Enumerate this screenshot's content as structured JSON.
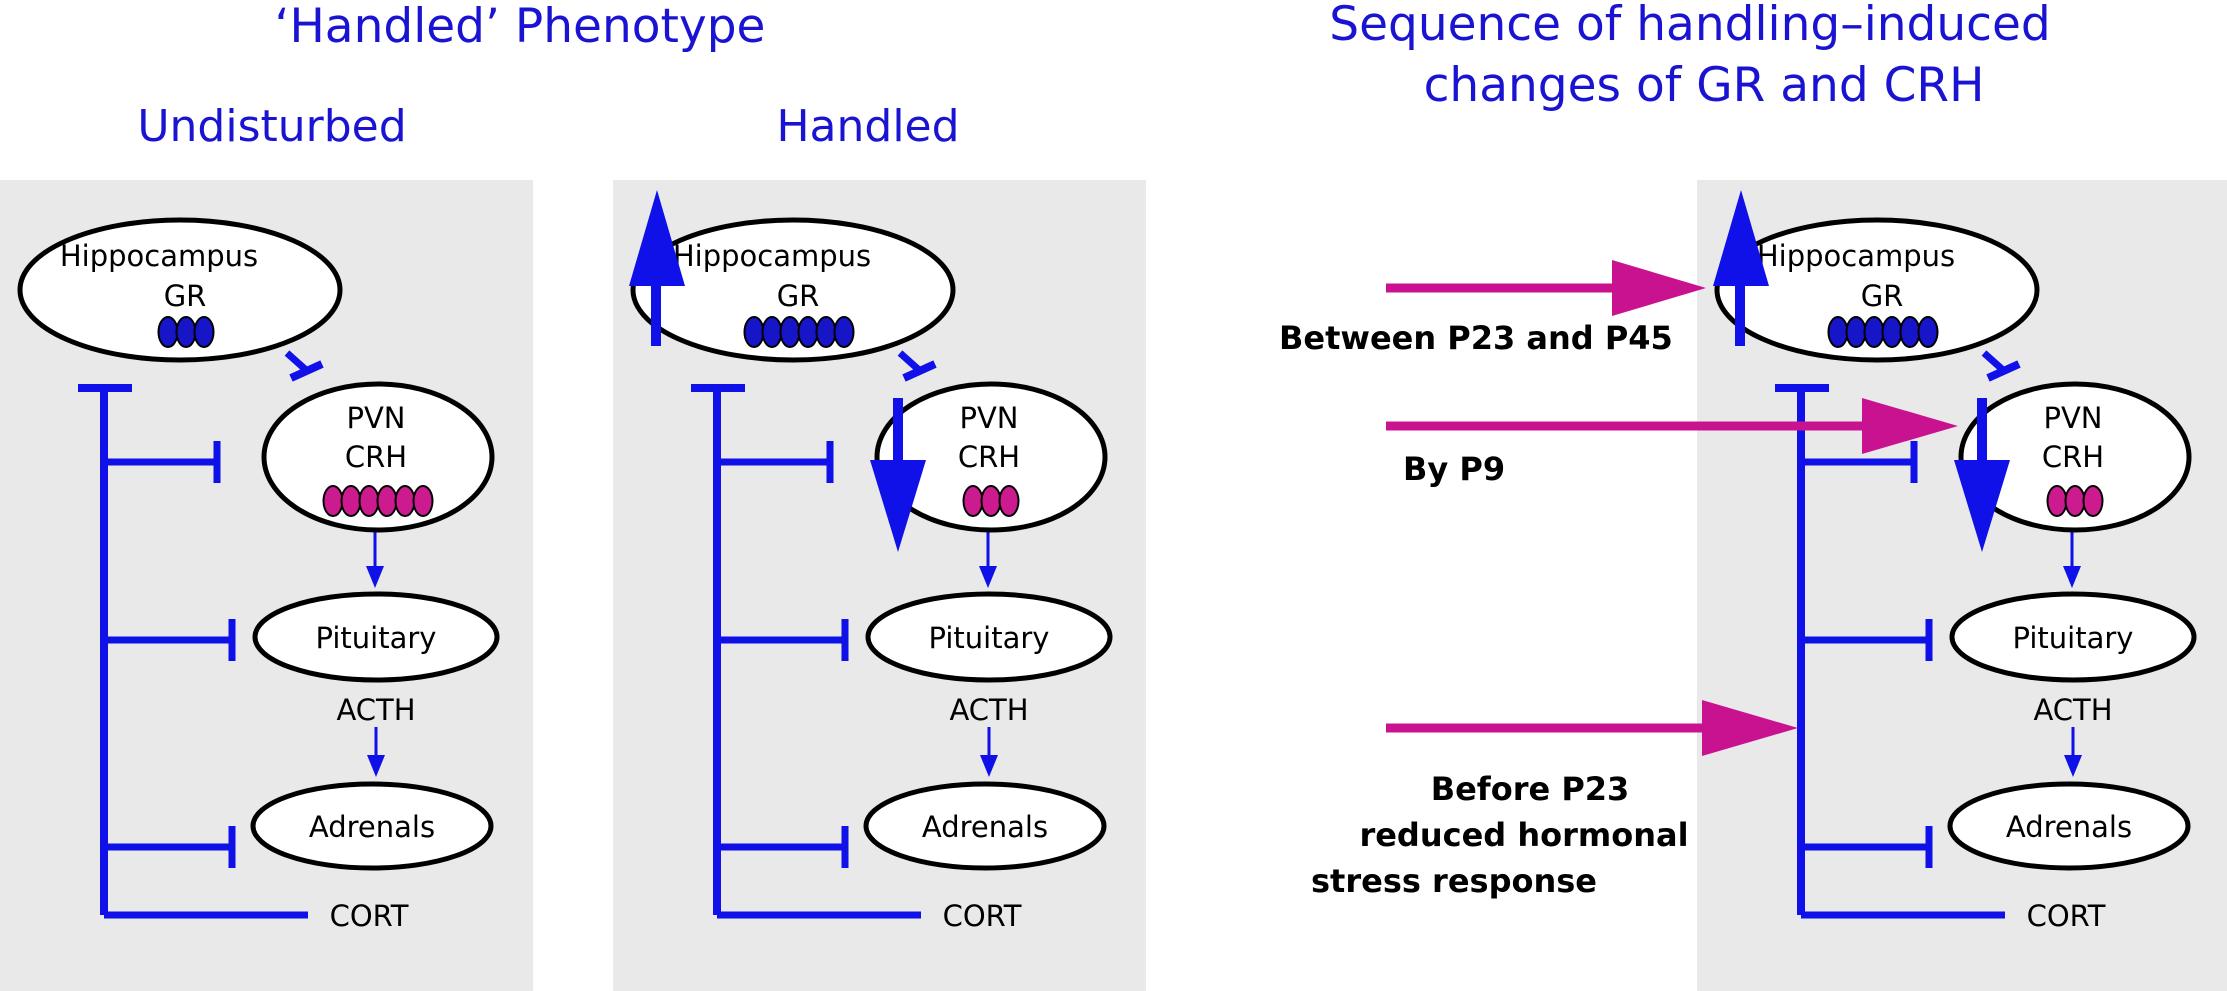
{
  "titles": {
    "phenotype": "‘Handled’ Phenotype",
    "undisturbed": "Undisturbed",
    "handled": "Handled",
    "sequence_line1": "Sequence of handling–induced",
    "sequence_line2": "changes of GR and CRH"
  },
  "panels": [
    {
      "id": "undisturbed",
      "hippocampus": "Hippocampus",
      "gr": "GR",
      "pvn": "PVN",
      "crh": "CRH",
      "pituitary": "Pituitary",
      "acth": "ACTH",
      "adrenals": "Adrenals",
      "cort": "CORT",
      "gr_bead_count": 3,
      "crh_bead_count": 6,
      "gr_up_arrow": false,
      "crh_down_arrow": false
    },
    {
      "id": "handled",
      "hippocampus": "Hippocampus",
      "gr": "GR",
      "pvn": "PVN",
      "crh": "CRH",
      "pituitary": "Pituitary",
      "acth": "ACTH",
      "adrenals": "Adrenals",
      "cort": "CORT",
      "gr_bead_count": 6,
      "crh_bead_count": 3,
      "gr_up_arrow": true,
      "crh_down_arrow": true
    },
    {
      "id": "sequence",
      "hippocampus": "Hippocampus",
      "gr": "GR",
      "pvn": "PVN",
      "crh": "CRH",
      "pituitary": "Pituitary",
      "acth": "ACTH",
      "adrenals": "Adrenals",
      "cort": "CORT",
      "gr_bead_count": 6,
      "crh_bead_count": 3,
      "gr_up_arrow": true,
      "crh_down_arrow": true
    }
  ],
  "timeline": {
    "between": "Between P23 and P45",
    "by_p9": "By P9",
    "before_line1": "Before P23",
    "before_line2": "reduced hormonal",
    "before_line3": "stress response"
  },
  "colors": {
    "title_blue": "#1a14d2",
    "pathway_blue": "#1010e8",
    "arrow_magenta": "#c9128f",
    "gr_bead": "#1616c8",
    "crh_bead": "#cc1b8f",
    "panel_gray": "#e9e9e9"
  }
}
